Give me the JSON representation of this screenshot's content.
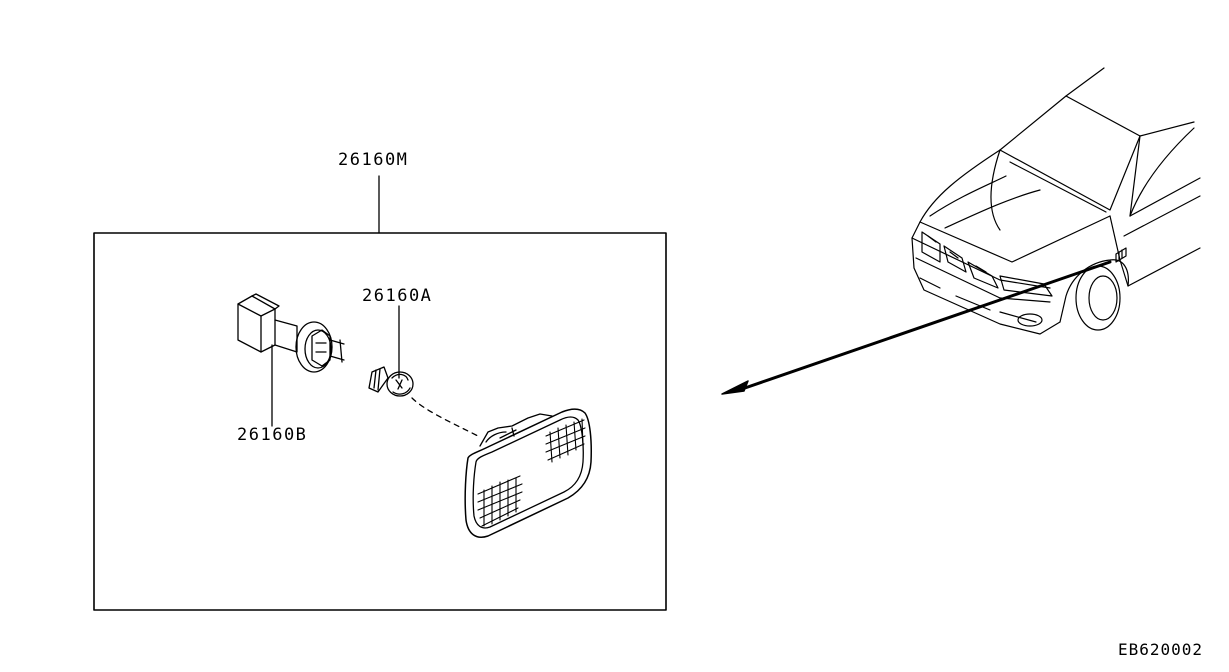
{
  "labels": {
    "assembly": "26160M",
    "bulb": "26160A",
    "socket": "26160B",
    "diagram_code": "EB620002"
  },
  "colors": {
    "line": "#000000",
    "background": "#ffffff"
  }
}
